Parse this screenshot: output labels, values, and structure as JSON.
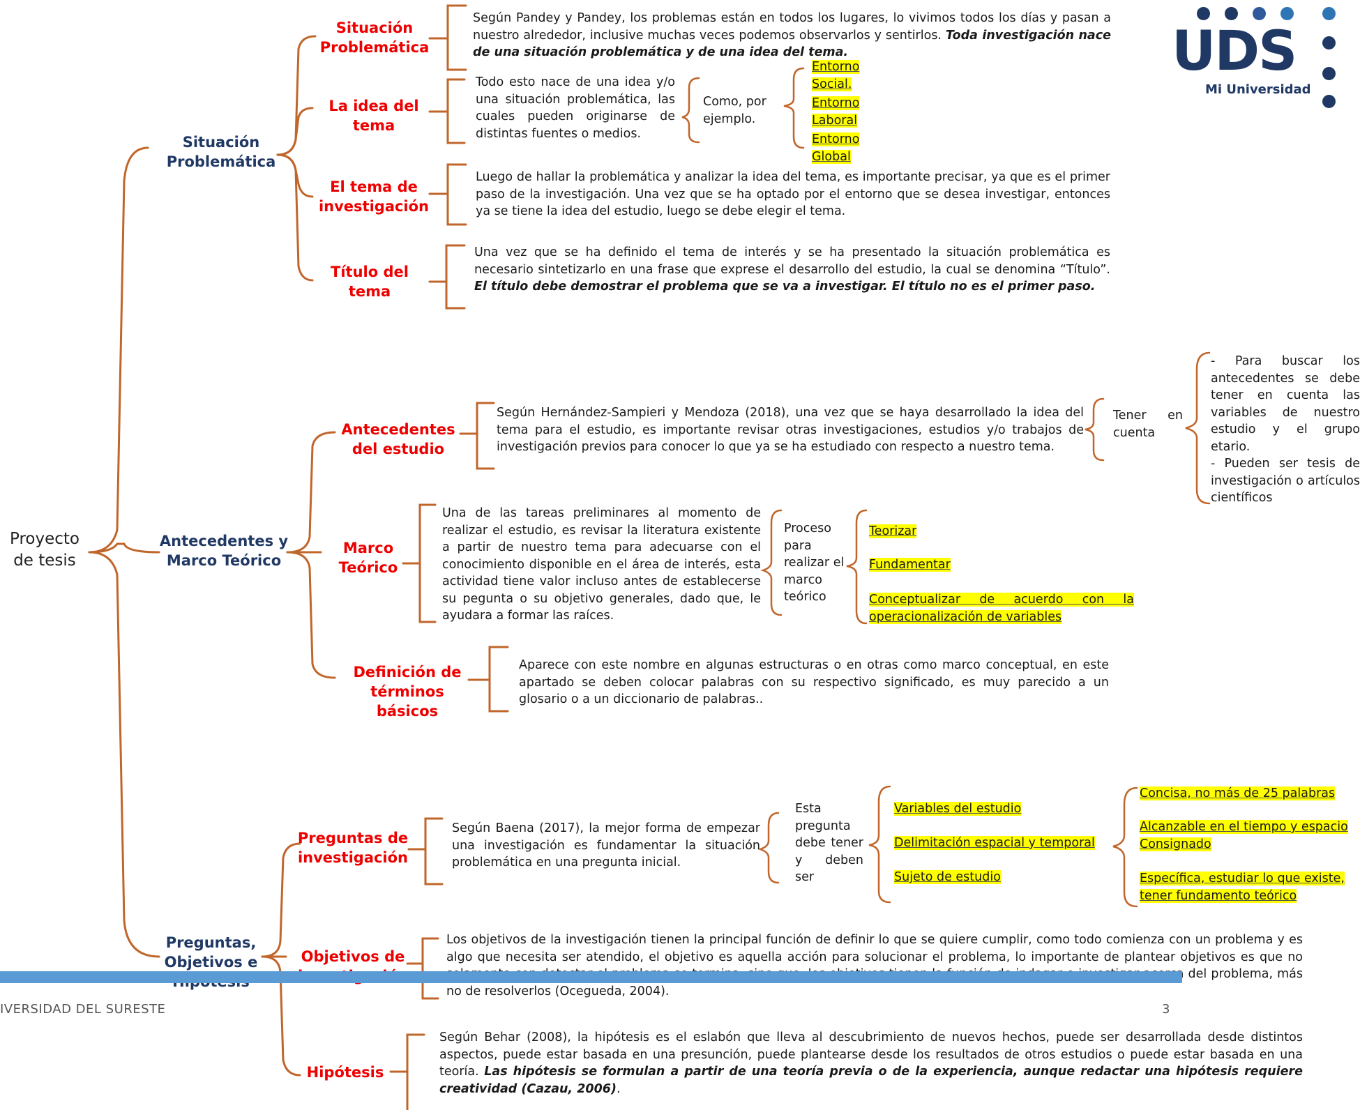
{
  "logo": {
    "text": "UDS",
    "subtitle": "Mi Universidad",
    "colors": {
      "dark": "#1f3864",
      "mid": "#2e75b6"
    }
  },
  "root": "Proyecto de tesis",
  "sections": {
    "s1": {
      "label": "Situación Problemática"
    },
    "s2": {
      "label": "Antecedentes y Marco Teórico"
    },
    "s3": {
      "label": "Preguntas, Objetivos e Hipótesis"
    }
  },
  "s1": {
    "situacion": {
      "label": "Situación Problemática",
      "text_plain": "Según Pandey y Pandey, los problemas están en todos los lugares, lo vivimos todos los días y pasan a nuestro alrededor, inclusive muchas veces podemos observarlos y sentirlos.",
      "text_bold": "Toda investigación nace de una situación problemática y de una idea del tema."
    },
    "idea": {
      "label": "La idea del tema",
      "text": "Todo esto nace de una idea y/o una situación problemática, las cuales pueden originarse de distintas fuentes o medios.",
      "example": "Como, por ejemplo.",
      "items": [
        "Entorno Social.",
        "Entorno Laboral",
        "Entorno Global"
      ]
    },
    "tema": {
      "label": "El tema de investigación",
      "text": "Luego de hallar la problemática y analizar la idea del tema, es importante precisar, ya que es el primer paso de la investigación. Una vez que se ha optado por el entorno que se desea investigar, entonces ya se tiene la idea del estudio, luego se debe elegir el tema."
    },
    "titulo": {
      "label": "Título del tema",
      "text_plain": "Una vez que se ha definido el tema de interés y se ha presentado la situación problemática es necesario sintetizarlo en una frase que exprese el desarrollo del estudio, la cual se denomina “Título”.",
      "text_bold": "El título debe demostrar el problema que se va a investigar. El título no es el primer paso."
    }
  },
  "s2": {
    "antecedentes": {
      "label": "Antecedentes del estudio",
      "text": "Según Hernández-Sampieri y Mendoza (2018), una vez que se haya desarrollado la idea del tema para el estudio, es importante revisar otras investigaciones, estudios y/o trabajos de investigación previos para conocer lo que ya se ha estudiado con respecto a nuestro tema.",
      "tener": "Tener en cuenta",
      "note": "- Para buscar los antecedentes se debe tener en cuenta las variables de nuestro estudio y el grupo etario.\n- Pueden ser tesis de investigación o artículos científicos"
    },
    "marco": {
      "label": "Marco Teórico",
      "text": "Una de las tareas preliminares al momento de realizar el estudio, es revisar la literatura existente a partir de nuestro tema para adecuarse con el conocimiento disponible en el área de interés, esta actividad tiene valor incluso antes de establecerse su pegunta o su objetivo generales, dado que, le ayudara a formar las raíces.",
      "proceso": "Proceso para realizar el marco teórico",
      "items": [
        "Teorizar",
        "Fundamentar",
        "Conceptualizar de acuerdo con la operacionalización de variables"
      ]
    },
    "definicion": {
      "label": "Definición de términos básicos",
      "text": "Aparece con este nombre en algunas estructuras o en otras como marco conceptual, en este apartado se deben colocar palabras con su respectivo significado, es muy parecido a un glosario o a un diccionario de palabras.."
    }
  },
  "s3": {
    "preguntas": {
      "label": "Preguntas de investigación",
      "text": "Según Baena (2017), la mejor forma de empezar una investigación es fundamentar la situación problemática en una pregunta inicial.",
      "esta": "Esta pregunta debe tener y deben ser",
      "items": [
        "Variables del estudio",
        "Delimitación espacial y temporal",
        "Sujeto de estudio"
      ],
      "criteria": [
        "Concisa, no más de 25 palabras",
        "Alcanzable en el tiempo y espacio Consignado",
        "Específica, estudiar lo que existe, tener fundamento teórico"
      ]
    },
    "objetivos": {
      "label": "Objetivos de investigación",
      "text": "Los objetivos de la investigación tienen la principal función de definir lo que se quiere cumplir, como todo comienza con un problema y es algo que necesita ser atendido, el objetivo es aquella acción para solucionar el problema, lo importante de plantear objetivos es que no solamente con detectar el problema se termina, sino que, los objetivos tienen la función de indagar e investigar acerca del problema, más no de resolverlos (Ocegueda, 2004)."
    },
    "hipotesis": {
      "label": "Hipótesis",
      "text_plain": "Según Behar (2008), la hipótesis es el eslabón que lleva al descubrimiento de nuevos hechos, puede ser desarrollada desde distintos aspectos, puede estar basada en una presunción, puede plantearse desde los resultados de otros estudios o puede estar basada en una teoría.",
      "text_bold": "Las hipótesis se formulan a partir de una teoría previa o de la experiencia, aunque redactar una hipótesis requiere creatividad (Cazau, 2006)",
      "text_end": "."
    }
  },
  "footer": {
    "text": "IVERSIDAD DEL SURESTE",
    "page": "3"
  }
}
